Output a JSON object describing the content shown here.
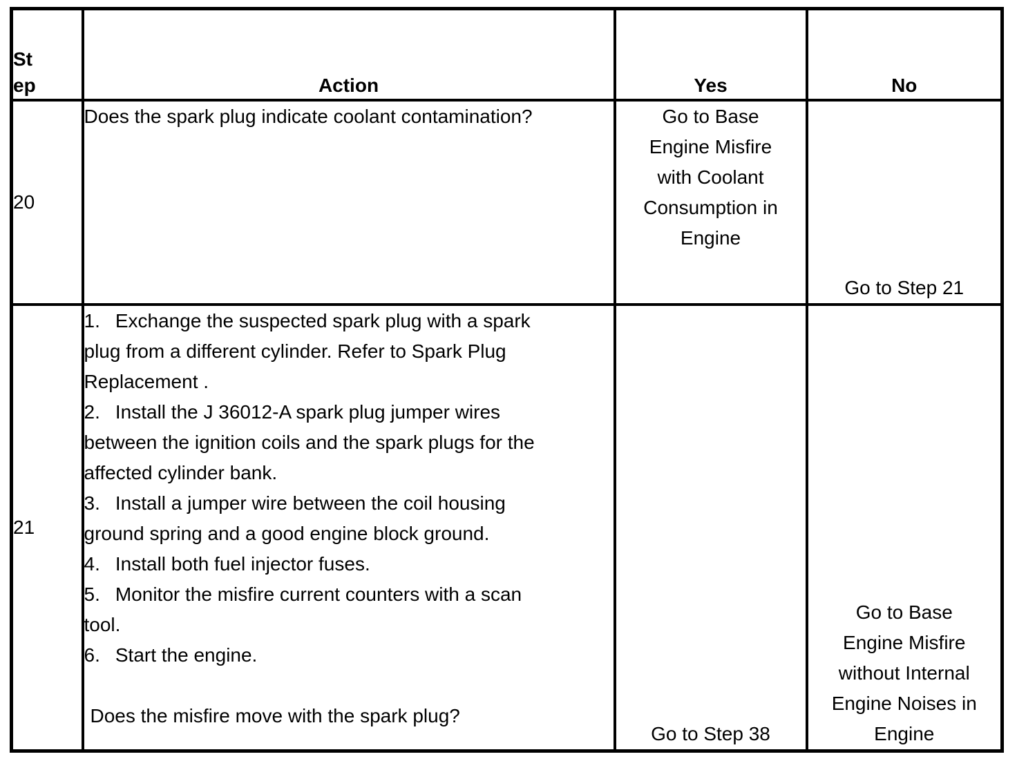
{
  "colors": {
    "border": "#000000",
    "text": "#000000",
    "background": "#ffffff"
  },
  "table": {
    "headers": {
      "step_line1": "St",
      "step_line2": "ep",
      "action": "Action",
      "yes": "Yes",
      "no": "No"
    },
    "rows": [
      {
        "step": "20",
        "question": "Does the spark plug indicate coolant contamination?",
        "yes": "Go to Base Engine Misfire with Coolant Consumption in Engine",
        "no": "Go to Step 21"
      },
      {
        "step": "21",
        "actions": [
          {
            "num": "1.",
            "text": "Exchange the suspected spark plug with a spark plug from a different cylinder. Refer to Spark Plug Replacement ."
          },
          {
            "num": "2.",
            "text": "Install the J 36012-A spark plug jumper wires between the ignition coils and the spark plugs for the affected cylinder bank."
          },
          {
            "num": "3.",
            "text": "Install a jumper wire between the coil housing ground spring and a good engine block ground."
          },
          {
            "num": "4.",
            "text": "Install both fuel injector fuses."
          },
          {
            "num": "5.",
            "text": "Monitor the misfire current counters with a scan tool."
          },
          {
            "num": "6.",
            "text": "Start the engine."
          }
        ],
        "question": "Does the misfire move with the spark plug?",
        "yes": "Go to Step 38",
        "no": "Go to Base Engine Misfire without Internal Engine Noises in Engine"
      }
    ]
  }
}
